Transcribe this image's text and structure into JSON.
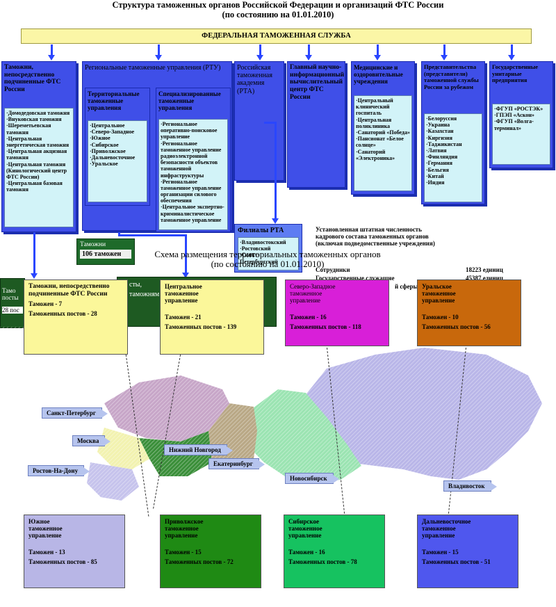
{
  "title": {
    "line1": "Структура таможенных органов Российской Федерации и организаций ФТС России",
    "line2": "(по состоянию на 01.01.2010)"
  },
  "fts_banner": "ФЕДЕРАЛЬНАЯ ТАМОЖЕННАЯ СЛУЖБА",
  "col_direct": {
    "header": "Таможни, непосредственно подчиненные ФТС России",
    "items": [
      "·Домодедовская таможня",
      "·Внуковская таможня",
      "·Шереметьевская таможня",
      "·Центральная энергетическая таможня",
      "·Центральная акцизная таможня",
      "·Центральная таможня (Кинологический центр ФТС России)",
      "·Центральная базовая таможня"
    ]
  },
  "col_rtu": {
    "header": "Региональные таможенные управления (РТУ)",
    "terr_header": "Территориальные таможенные управления",
    "terr_items": [
      "·Центральное",
      "·Северо-Западное",
      "·Южное",
      "·Сибирское",
      "·Приволжское",
      "·Дальневосточное",
      "·Уральское"
    ],
    "spec_header": "Специализированные таможенные управления",
    "spec_items": [
      "·Региональное оперативно-поисковое управление",
      "·Региональное таможенное управление радиоэлектронной безопасности объектов таможенной инфраструктуры",
      "·Региональное таможенное управление организации силового обеспечения",
      "·Центральное экспертно-криминалистическое таможенное управление"
    ]
  },
  "col_rta": {
    "header": "Российская таможенная академия (РТА)"
  },
  "col_gnivc": {
    "header": "Главный научно-информационный вычислительный центр ФТС России"
  },
  "col_med": {
    "header": "Медицинские и оздоровительные учреждения",
    "items": [
      "·Центральный клинический госпиталь",
      "·Центральная поликлиника",
      "·Санаторий «Победа»",
      "·Пансионат «Белое солнце»",
      "·Санаторий «Электроника»"
    ]
  },
  "col_repr": {
    "header": "Представительства (представители) таможенной службы России за рубежом",
    "items": [
      "·Белоруссия",
      "·Украина",
      "·Казахстан",
      "·Киргизия",
      "·Таджикистан",
      "·Латвия",
      "·Финляндия",
      "·Германия",
      "·Бельгия",
      "·Китай",
      "·Индия"
    ]
  },
  "col_gup": {
    "header": "Государственные унитарные предприятия",
    "items": [
      "·ФГУП «РОСТЭК»",
      "·ГПЭП «Аскон»",
      "·ФГУП «Волга-терминал»"
    ]
  },
  "rta_branches": {
    "header": "Филиалы РТА",
    "items": [
      "·Владивостокский",
      "·Ростовский",
      "·Санкт-Петербургский"
    ]
  },
  "staff": {
    "line1": "Установленная штатная численность",
    "line2": "кадрового состава таможенных органов",
    "line3": "(включая подведомственные учреждения)",
    "employees_label": "Сотрудники",
    "employees_value": "18223 единиц",
    "civil_label": "Государственные служащие",
    "civil_value": "45387 единиц",
    "civil_tail": "й сферы"
  },
  "legend": {
    "customs_label": "Таможни",
    "customs_count": "106 таможен",
    "posts_fragment": "сты,",
    "posts_fragment2": "таможням",
    "left_frag1": "Тамо",
    "left_frag2": "посты",
    "left_frag3": "28 пос"
  },
  "map_title": {
    "line1": "Схема размещения территориальных таможенных органов",
    "line2": "(по состоянию на 01.01.2010)"
  },
  "regions": {
    "direct": {
      "name": "Таможни, непосредственно подчиненные ФТС России",
      "customs": "Таможен - 7",
      "posts": "Таможенных постов - 28",
      "color": "#fbf79a"
    },
    "central": {
      "name": "Центральное таможенное управление",
      "customs": "Таможен - 21",
      "posts": "Таможенных постов - 139",
      "color": "#fbf79a"
    },
    "northwest": {
      "name": "Северо-Западное таможенное управление",
      "customs": "Таможен - 16",
      "posts": "Таможенных постов - 118",
      "color": "#d81fd8"
    },
    "ural": {
      "name": "Уральское таможенное управление",
      "customs": "Таможен - 10",
      "posts": "Таможенных постов - 56",
      "color": "#c8680c"
    },
    "south": {
      "name": "Южное таможенное управление",
      "customs": "Таможен - 13",
      "posts": "Таможенных постов - 85",
      "color": "#b8b6e6"
    },
    "volga": {
      "name": "Приволжское таможенное управление",
      "customs": "Таможен - 15",
      "posts": "Таможенных постов - 72",
      "color": "#1f8a14"
    },
    "siberia": {
      "name": "Сибирское таможенное управление",
      "customs": "Таможен - 16",
      "posts": "Таможенных постов - 78",
      "color": "#16c260"
    },
    "fareast": {
      "name": "Дальневосточное таможенное управление",
      "customs": "Таможен - 15",
      "posts": "Таможенных постов - 51",
      "color": "#4f57ee"
    }
  },
  "cities": [
    "Санкт-Петербург",
    "Москва",
    "Нижний Новгород",
    "Екатеринбург",
    "Ростов-На-Дону",
    "Новосибирск",
    "Владивосток"
  ]
}
